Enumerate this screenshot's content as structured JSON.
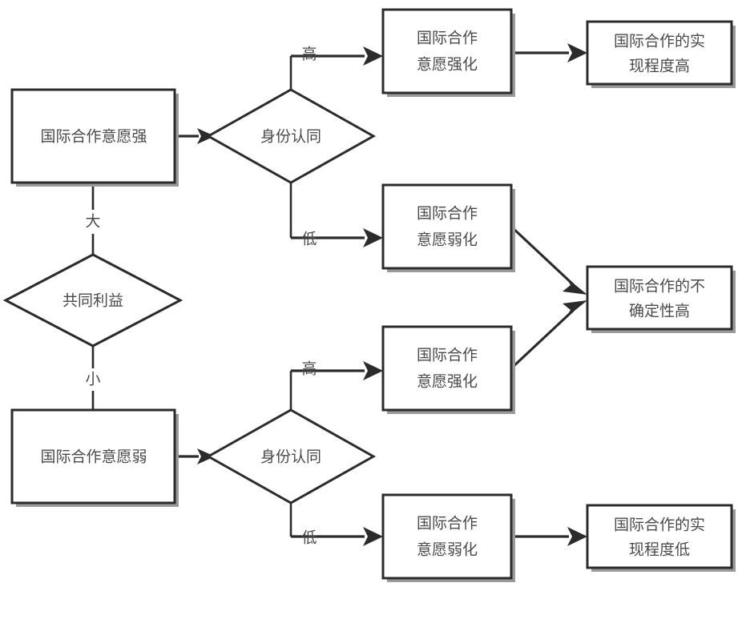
{
  "diagram": {
    "type": "flowchart",
    "orientation": "left-to-right",
    "nodes": {
      "common_interest": {
        "label": "共同利益",
        "shape": "diamond"
      },
      "willingness_strong": {
        "label": "国际合作意愿强",
        "shape": "rectangle"
      },
      "willingness_weak": {
        "label": "国际合作意愿弱",
        "shape": "rectangle"
      },
      "identity_top": {
        "label": "身份认同",
        "shape": "diamond"
      },
      "identity_bottom": {
        "label": "身份认同",
        "shape": "diamond"
      },
      "strengthen_1_line1": {
        "label": "国际合作"
      },
      "strengthen_1_line2": {
        "label": "意愿强化"
      },
      "weaken_1_line1": {
        "label": "国际合作"
      },
      "weaken_1_line2": {
        "label": "意愿弱化"
      },
      "strengthen_2_line1": {
        "label": "国际合作"
      },
      "strengthen_2_line2": {
        "label": "意愿强化"
      },
      "weaken_2_line1": {
        "label": "国际合作"
      },
      "weaken_2_line2": {
        "label": "意愿弱化"
      },
      "outcome_high_line1": {
        "label": "国际合作的实"
      },
      "outcome_high_line2": {
        "label": "现程度高"
      },
      "outcome_uncertain_line1": {
        "label": "国际合作的不"
      },
      "outcome_uncertain_line2": {
        "label": "确定性高"
      },
      "outcome_low_line1": {
        "label": "国际合作的实"
      },
      "outcome_low_line2": {
        "label": "现程度低"
      }
    },
    "edge_labels": {
      "big": "大",
      "small": "小",
      "high_top": "高",
      "low_top": "低",
      "high_bottom": "高",
      "low_bottom": "低"
    },
    "colors": {
      "stroke": "#2b2b2b",
      "text": "#4a4a4a",
      "background": "#ffffff",
      "shadow": "#9a9a9a"
    }
  }
}
